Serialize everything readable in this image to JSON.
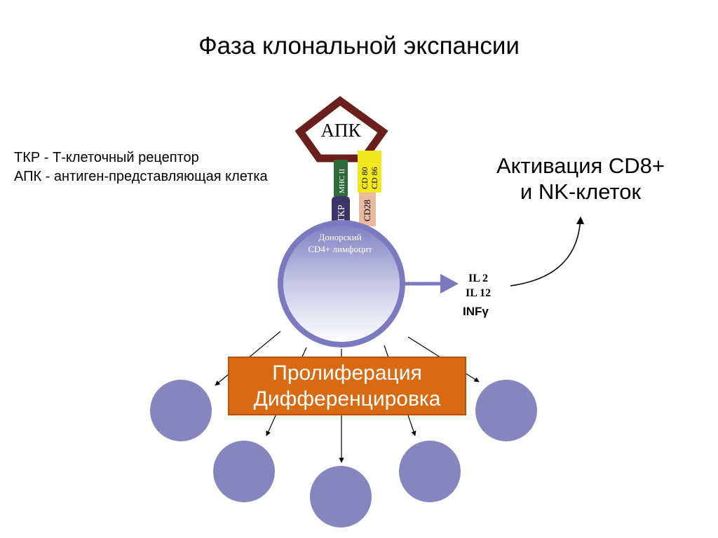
{
  "title": "Фаза клональной экспансии",
  "legend": {
    "line1": "ТКР - Т-клеточный рецептор",
    "line2": "АПК - антиген-представляющая клетка"
  },
  "apc": {
    "label": "АПК"
  },
  "receptors": {
    "mhc": "MHC II",
    "tcr": "ТКР",
    "cd80_86_line1": "CD 80",
    "cd80_86_line2": "CD 86",
    "cd28": "CD28"
  },
  "donor_cell": {
    "line1": "Донорский",
    "line2": "CD4+ лимфоцит"
  },
  "cytokines": {
    "il2": "IL 2",
    "il12": "IL 12",
    "infg": "INFγ"
  },
  "activation": {
    "line1": "Активация CD8+",
    "line2": "и NK-клеток"
  },
  "proliferation": {
    "line1": "Пролиферация",
    "line2": "Дифференцировка"
  },
  "colors": {
    "apc_border": "#6b1f1c",
    "mhc": "#2e6b3a",
    "tcr": "#3b3466",
    "cd80_86": "#f2e81f",
    "cd28": "#e9b9a0",
    "cell_border": "#7b79bf",
    "daughter_cell": "#8785bf",
    "box": "#d96a14"
  }
}
